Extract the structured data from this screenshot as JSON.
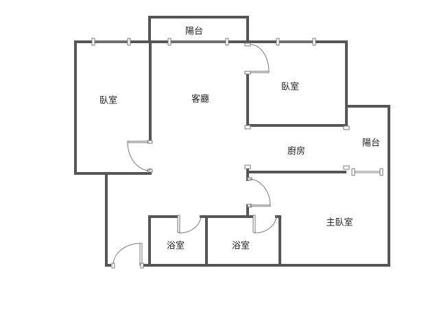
{
  "rooms": {
    "balcony_top": "陽台",
    "bedroom_left": "臥室",
    "living_room": "客廳",
    "bedroom_right": "臥室",
    "kitchen": "廚房",
    "balcony_right": "陽台",
    "master_bedroom": "主臥室",
    "bathroom_1": "浴室",
    "bathroom_2": "浴室"
  }
}
